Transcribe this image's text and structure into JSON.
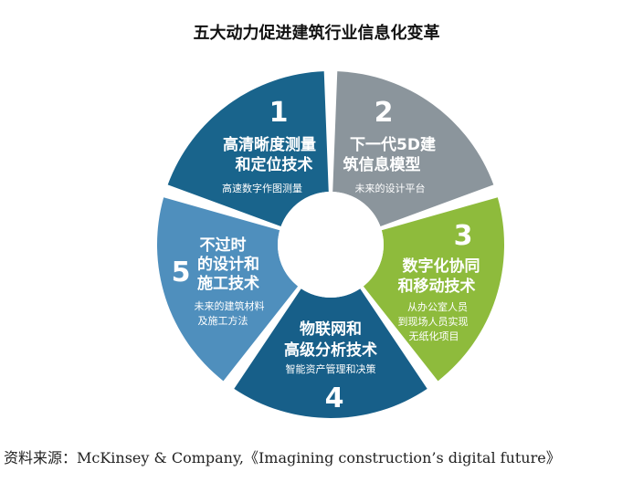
{
  "title": "五大动力促进建筑行业信息化变革",
  "colors": {
    "segment_1": "#19648c",
    "segment_2": "#8b959c",
    "segment_3": "#8ebb3c",
    "segment_4": "#175f89",
    "segment_5": "#4f8fbd"
  },
  "segments": [
    {
      "number": "1",
      "title_line1": "高清晰度测量",
      "title_line2": "和定位技术",
      "sub_line1": "高速数字作图测量",
      "sub_line2": ""
    },
    {
      "number": "2",
      "title_line1": "下一代5D建",
      "title_line2": "筑信息模型",
      "sub_line1": "未来的设计平台",
      "sub_line2": ""
    },
    {
      "number": "3",
      "title_line1": "数字化协同",
      "title_line2": "和移动技术",
      "sub_line1": "从办公室人员",
      "sub_line2": "到现场人员实现",
      "sub_line3": "无纸化项目"
    },
    {
      "number": "4",
      "title_line1": "物联网和",
      "title_line2": "高级分析技术",
      "sub_line1": "智能资产管理和决策",
      "sub_line2": ""
    },
    {
      "number": "5",
      "title_line1": "不过时",
      "title_line2": "的设计和",
      "title_line3": "施工技术",
      "sub_line1": "未来的建筑材料",
      "sub_line2": "及施工方法"
    }
  ],
  "source": "资料来源：McKinsey & Company,《Imagining construction’s digital future》"
}
